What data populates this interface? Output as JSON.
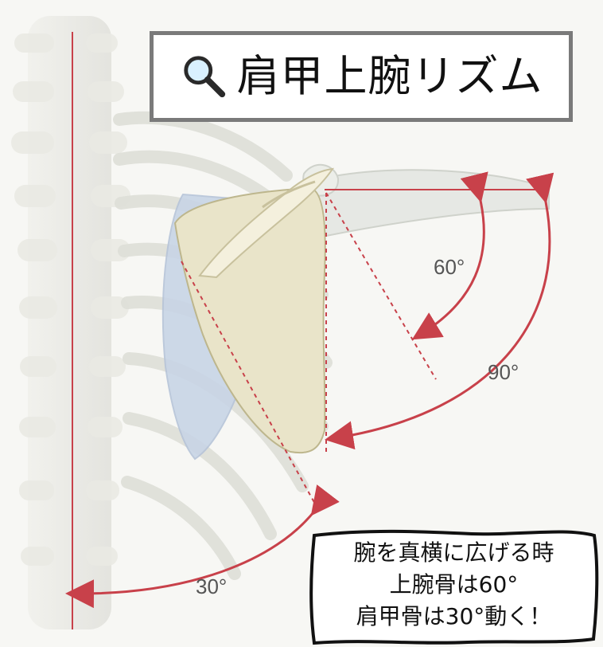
{
  "title": {
    "icon": "magnifier-icon",
    "text": "肩甲上腕リズム"
  },
  "angles": {
    "upper_arm": "60°",
    "total": "90°",
    "scapula": "30°"
  },
  "callout": {
    "lines": [
      "腕を真横に広げる時",
      "上腕骨は60°",
      "肩甲骨は30°動く！"
    ]
  },
  "colors": {
    "measurement_line": "#c8414a",
    "title_border": "#7a7a7a",
    "scapula_fill": "#e9e4c9",
    "scapula_shadow": "#c7d4e6"
  }
}
